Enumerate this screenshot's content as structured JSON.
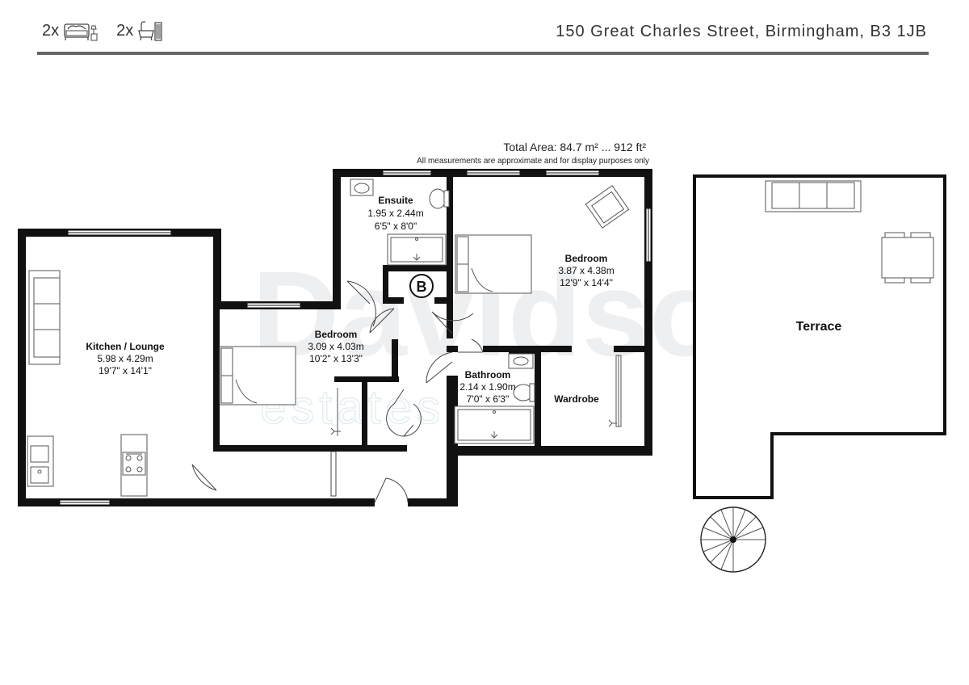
{
  "header": {
    "bedroom_count": "2x",
    "bathroom_count": "2x",
    "address": "150 Great Charles Street, Birmingham, B3 1JB",
    "bedroom_icon": "bed-icon",
    "bathroom_icon": "bath-icon"
  },
  "summary": {
    "total_area": "Total Area: 84.7 m² ... 912 ft²",
    "disclaimer": "All measurements are approximate and for display purposes only"
  },
  "watermark": {
    "name": "Davidson",
    "sub": "estates"
  },
  "boiler_label": "B",
  "rooms": {
    "kitchen": {
      "name": "Kitchen / Lounge",
      "metric": "5.98 x 4.29m",
      "imperial": "19'7\" x 14'1\""
    },
    "bedroom2": {
      "name": "Bedroom",
      "metric": "3.09 x 4.03m",
      "imperial": "10'2\" x 13'3\""
    },
    "ensuite": {
      "name": "Ensuite",
      "metric": "1.95 x 2.44m",
      "imperial": "6'5\" x 8'0\""
    },
    "bedroom1": {
      "name": "Bedroom",
      "metric": "3.87 x 4.38m",
      "imperial": "12'9\" x 14'4\""
    },
    "bathroom": {
      "name": "Bathroom",
      "metric": "2.14 x 1.90m",
      "imperial": "7'0\" x 6'3\""
    },
    "wardrobe": {
      "name": "Wardrobe"
    },
    "terrace": {
      "name": "Terrace"
    }
  },
  "colors": {
    "wall": "#111111",
    "rule": "#666666",
    "watermark": "#e4e6e9"
  }
}
